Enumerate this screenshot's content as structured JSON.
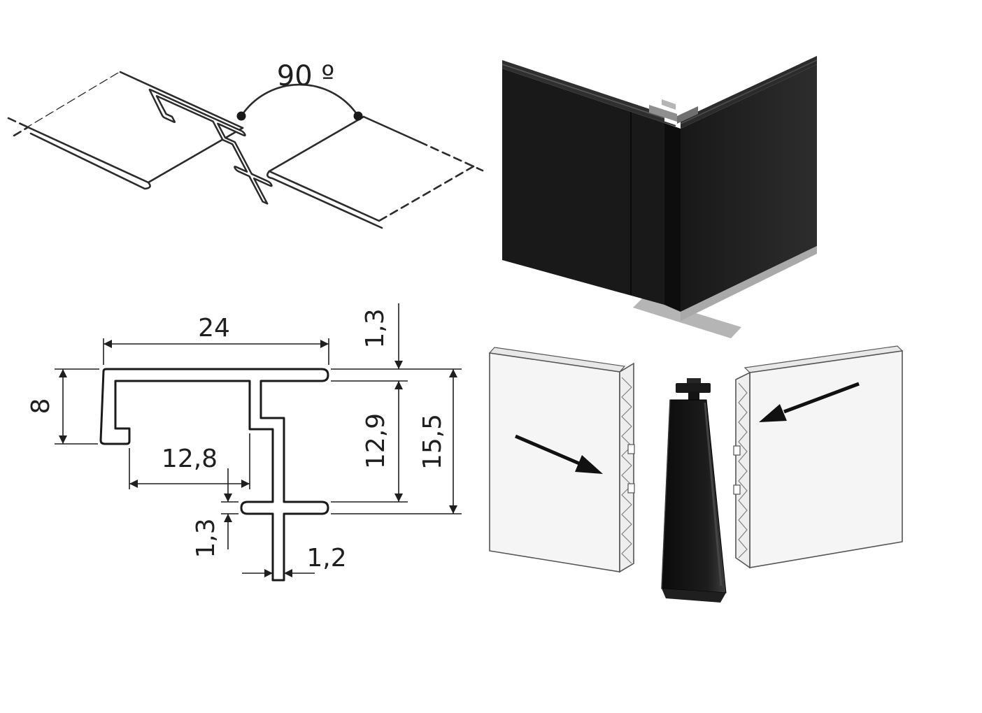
{
  "page": {
    "background": "#ffffff",
    "description": "Technical drawing of a 90-degree panel corner connector profile"
  },
  "angle_diagram": {
    "angle_label": "90 º"
  },
  "cross_section": {
    "dimensions": {
      "top_width": "24",
      "top_wall_thickness": "1,3",
      "left_flange_height": "8",
      "inner_width": "12,8",
      "inner_height": "12,9",
      "total_height": "15,5",
      "bottom_wall_thickness": "1,3",
      "stem_thickness": "1,2"
    }
  },
  "colors": {
    "line_color": "#1f1f1f",
    "connector_black": "#161616",
    "panel_fill": "#f5f5f5",
    "flange_gray": "#adadad"
  }
}
